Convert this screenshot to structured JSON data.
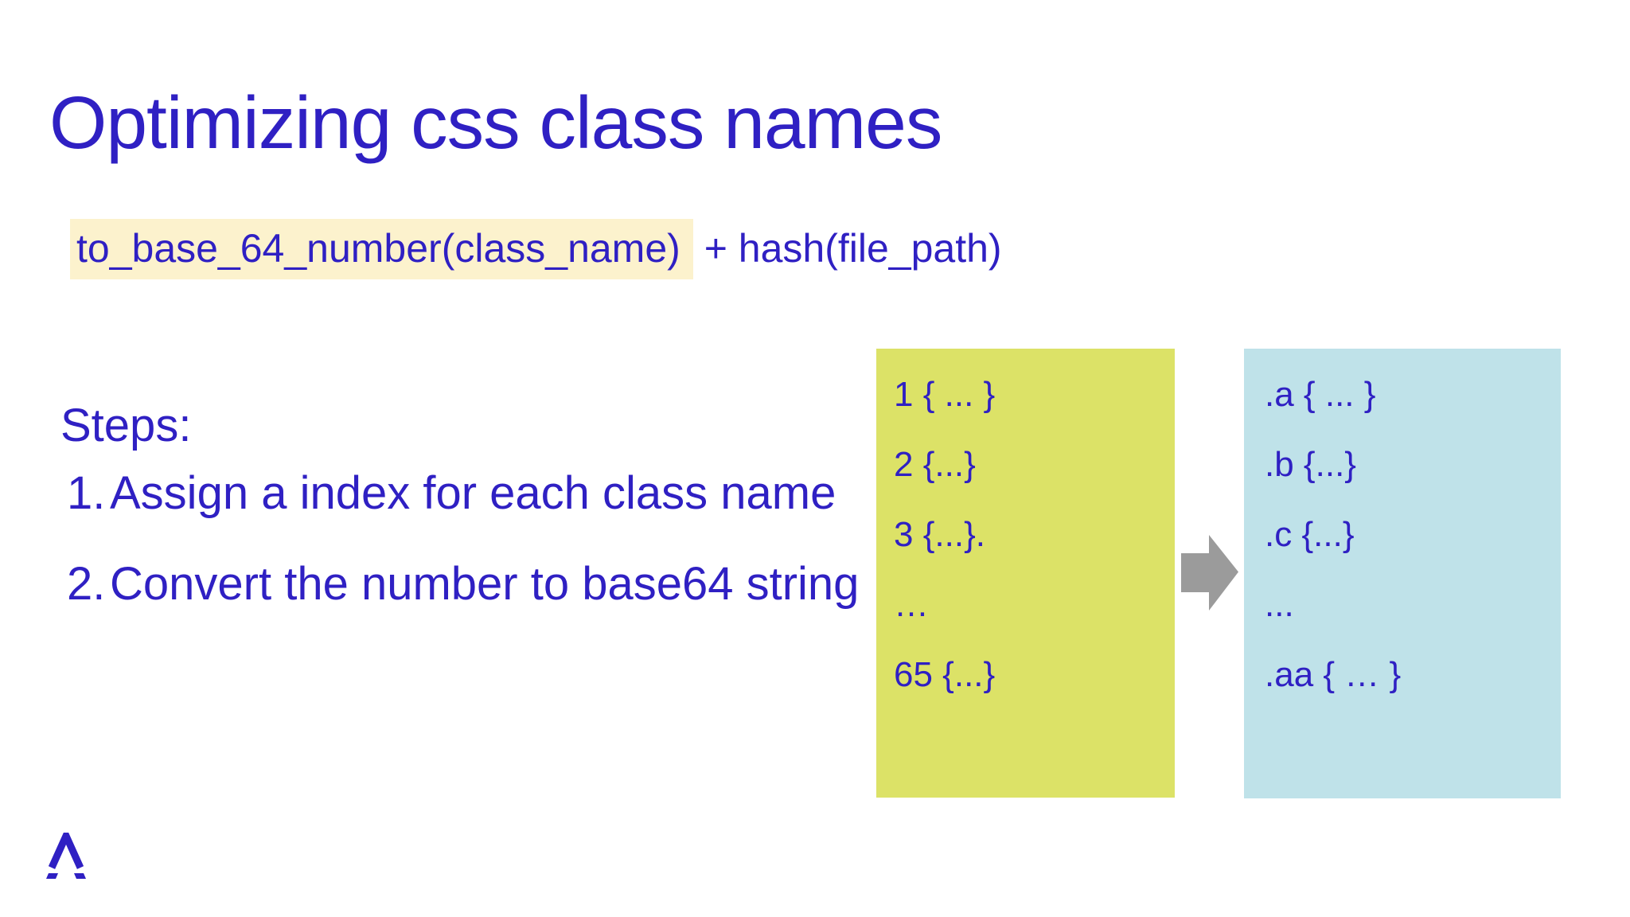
{
  "slide": {
    "title": "Optimizing css class names",
    "code": {
      "highlighted": "to_base_64_number(class_name)",
      "rest": " + hash(file_path)"
    },
    "steps": {
      "label": "Steps:",
      "items": [
        {
          "number": "1.",
          "text": "Assign a index for each class name"
        },
        {
          "number": "2.",
          "text": "Convert the number to base64 string"
        }
      ]
    },
    "diagram": {
      "numbered_rules": [
        "1 { ... }",
        "2 {...}",
        "3 {...}.",
        "…",
        "65 {...}"
      ],
      "renamed_rules": [
        ".a { ... }",
        ".b {...}",
        ".c {...}",
        "...",
        ".aa { … }"
      ],
      "arrow_icon": "right-block-arrow",
      "logo_icon": "stylized-a-logo"
    },
    "colors": {
      "text": "#2f20c3",
      "highlight_bg": "#fcf2cd",
      "numbered_box_bg": "#dce267",
      "renamed_box_bg": "#bfe2e9",
      "arrow_gray": "#9b9b9b",
      "background": "#ffffff"
    }
  }
}
